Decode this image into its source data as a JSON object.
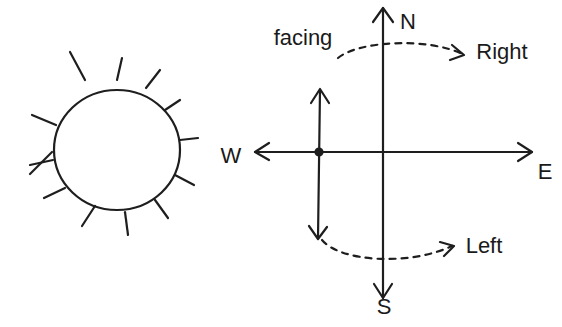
{
  "diagram": {
    "labels": [
      "facing",
      "N",
      "Right",
      "W",
      "E",
      "Left",
      "S"
    ]
  }
}
